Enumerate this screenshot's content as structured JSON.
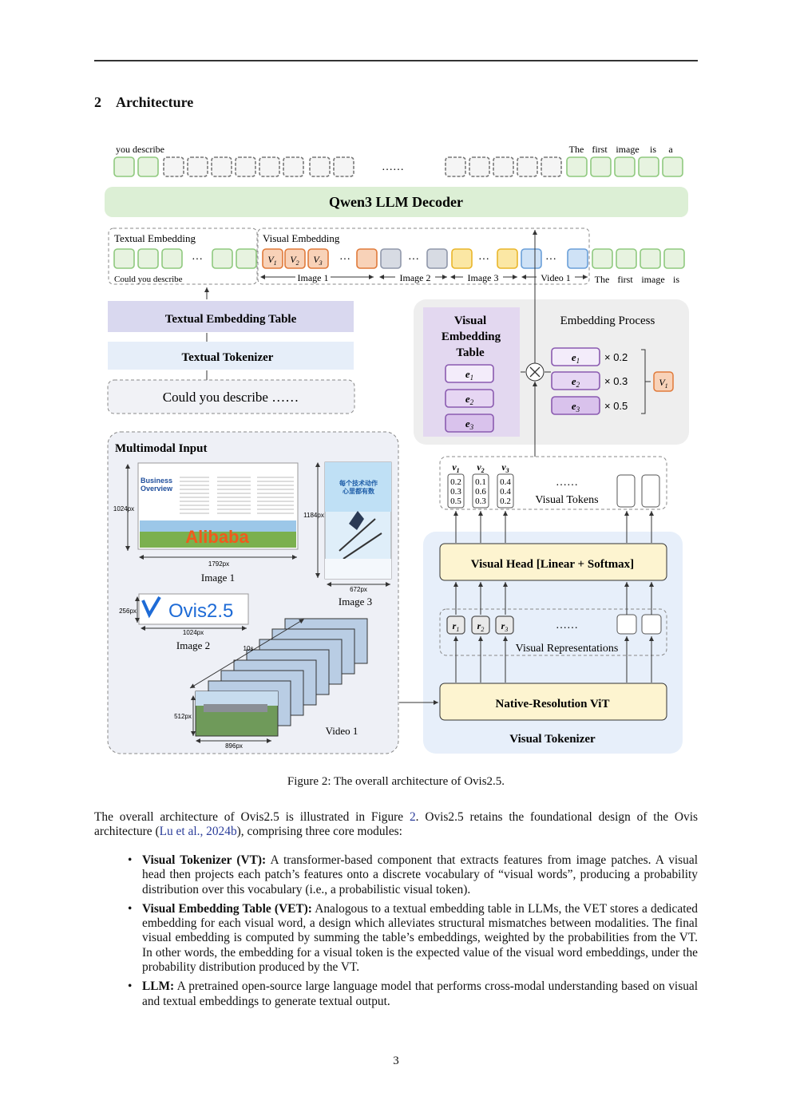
{
  "section": {
    "number": "2",
    "title": "Architecture"
  },
  "figure": {
    "top_left_text": "you describe",
    "top_right_words": [
      "The",
      "first",
      "image",
      "is",
      "a"
    ],
    "dots": "……",
    "decoder": "Qwen3 LLM Decoder",
    "textual_embedding": "Textual Embedding",
    "visual_embedding": "Visual Embedding",
    "could_you_describe_small": "Could you describe",
    "image1_span": "Image 1",
    "image2_span": "Image 2",
    "image3_span": "Image 3",
    "video1_span": "Video 1",
    "bottom_right_words": [
      "The",
      "first",
      "image",
      "is"
    ],
    "textual_embedding_table": "Textual Embedding Table",
    "textual_tokenizer": "Textual Tokenizer",
    "text_input": "Could you describe ……",
    "vet_title": [
      "Visual",
      "Embedding",
      "Table"
    ],
    "embedding_process": "Embedding Process",
    "weights": [
      "× 0.2",
      "× 0.3",
      "× 0.5"
    ],
    "visual_tokens_label": "Visual Tokens",
    "v_values": [
      [
        "0.2",
        "0.3",
        "0.5"
      ],
      [
        "0.1",
        "0.6",
        "0.3"
      ],
      [
        "0.4",
        "0.4",
        "0.2"
      ]
    ],
    "visual_head": "Visual Head [Linear + Softmax]",
    "visual_representations": "Visual Representations",
    "vit": "Native-Resolution ViT",
    "visual_tokenizer": "Visual Tokenizer",
    "multimodal_input": "Multimodal Input",
    "image1_doc_title": [
      "Business",
      "Overview"
    ],
    "alibaba_text": "Alibaba",
    "dim_1024": "1024px",
    "dim_1792": "1792px",
    "image1_label": "Image 1",
    "dim_1184": "1184px",
    "dim_672": "672px",
    "image3_label": "Image 3",
    "image3_heading": [
      "每个技术动作",
      "心里都有数"
    ],
    "ovis_logo": "Ovis2.5",
    "dim_256": "256px",
    "dim_1024b": "1024px",
    "image2_label": "Image 2",
    "dim_10s": "10s",
    "dim_512": "512px",
    "dim_896": "896px",
    "video1_label": "Video 1",
    "colors": {
      "green": "#8fc97e",
      "green_fill": "#e7f3e0",
      "orange": "#e07a3a",
      "orange_fill": "#f8d2b8",
      "blue": "#6a9fd8",
      "blue_fill": "#cfe2f6",
      "yellow": "#e9b62a",
      "yellow_fill": "#fbe7a4",
      "purple": "#8a5ab0",
      "purple_fill": "#e3d6f1",
      "gray_fill": "#d7dbe3",
      "decoder_fill": "#dcefd5",
      "tet_fill": "#d9d8ef",
      "tok_fill": "#e6eef9",
      "vt_panel": "#e7effa",
      "head_fill": "#fdf4d0"
    }
  },
  "caption": "Figure 2:  The overall architecture of Ovis2.5.",
  "para1_a": "The overall architecture of Ovis2.5 is illustrated in Figure ",
  "para1_ref": "2",
  "para1_b": ".  Ovis2.5 retains the foundational design of the Ovis architecture (",
  "para1_cite": "Lu et al., 2024b",
  "para1_c": "), comprising three core modules:",
  "bullets": [
    {
      "term": "Visual Tokenizer (VT):",
      "text": " A transformer-based component that extracts features from image patches. A visual head then projects each patch’s features onto a discrete vocabulary of “visual words”, producing a probability distribution over this vocabulary (i.e., a probabilistic visual token)."
    },
    {
      "term": "Visual Embedding Table (VET):",
      "text": " Analogous to a textual embedding table in LLMs, the VET stores a dedicated embedding for each visual word, a design which alleviates structural mismatches between modalities. The final visual embedding is computed by summing the table’s embeddings, weighted by the probabilities from the VT. In other words, the embedding for a visual token is the expected value of the visual word embeddings, under the probability distribution produced by the VT."
    },
    {
      "term": "LLM:",
      "text": " A pretrained open-source large language model that performs cross-modal understanding based on visual and textual embeddings to generate textual output."
    }
  ],
  "page_number": "3"
}
